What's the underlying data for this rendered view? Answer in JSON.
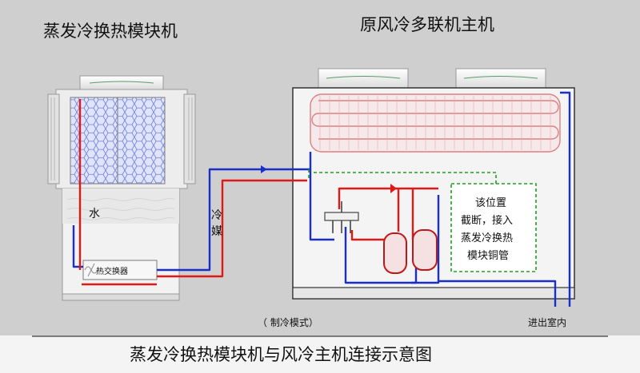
{
  "labels": {
    "evap_title": "蒸发冷换热模块机",
    "main_title": "原风冷多联机主机",
    "water": "水",
    "heat_exchanger": "热交换器",
    "refrigerant_line1": "冷",
    "refrigerant_line2": "媒",
    "note_line1": "该位置",
    "note_line2": "截断，接入",
    "note_line3": "蒸发冷换热",
    "note_line4": "模块铜管",
    "mode": "（ 制冷模式）",
    "inout": "进出室内",
    "caption": "蒸发冷换热模块机与风冷主机连接示意图"
  },
  "colors": {
    "background": "#cfcfcf",
    "caption_band": "#f4f4f4",
    "hot_pipe": "#e01818",
    "cold_pipe": "#1a2fc8",
    "bypass_dashed": "#1ea01e",
    "coil": "#e07f7f",
    "coil_fill": "#f5e9ec",
    "honeycomb": "#6d7fd6"
  },
  "icons": [
    "fan-icon",
    "compressor-icon",
    "four-way-valve-icon",
    "heat-exchanger-icon"
  ]
}
